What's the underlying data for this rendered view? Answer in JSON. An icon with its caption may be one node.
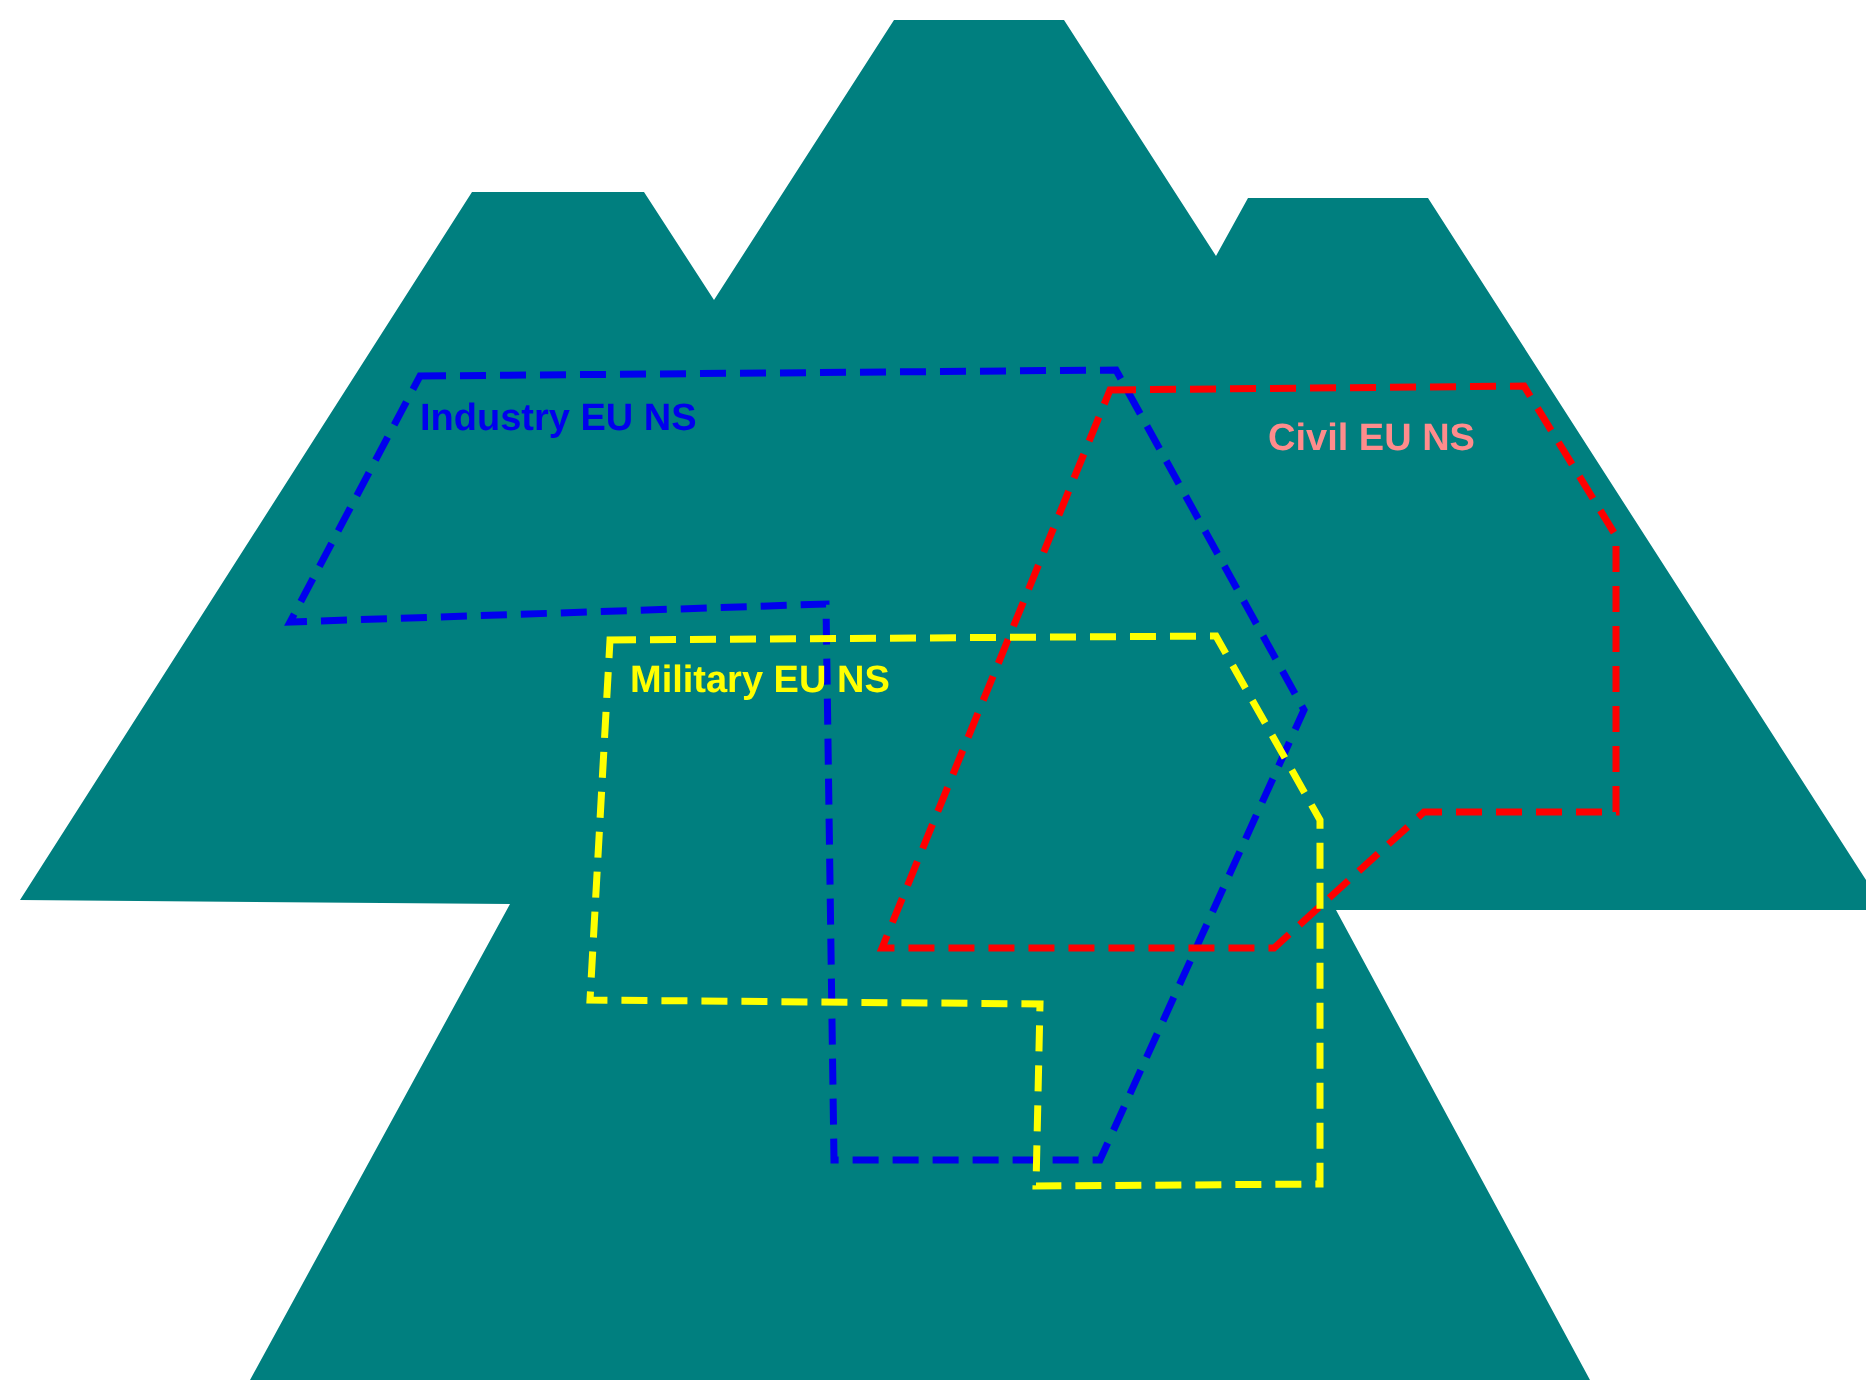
{
  "diagram": {
    "nodes": [
      {
        "text": [
          "Industry EU NS"
        ]
      },
      {
        "text": [
          "Civil EU NS"
        ]
      },
      {
        "text": [
          "Military EU NS"
        ]
      }
    ]
  }
}
